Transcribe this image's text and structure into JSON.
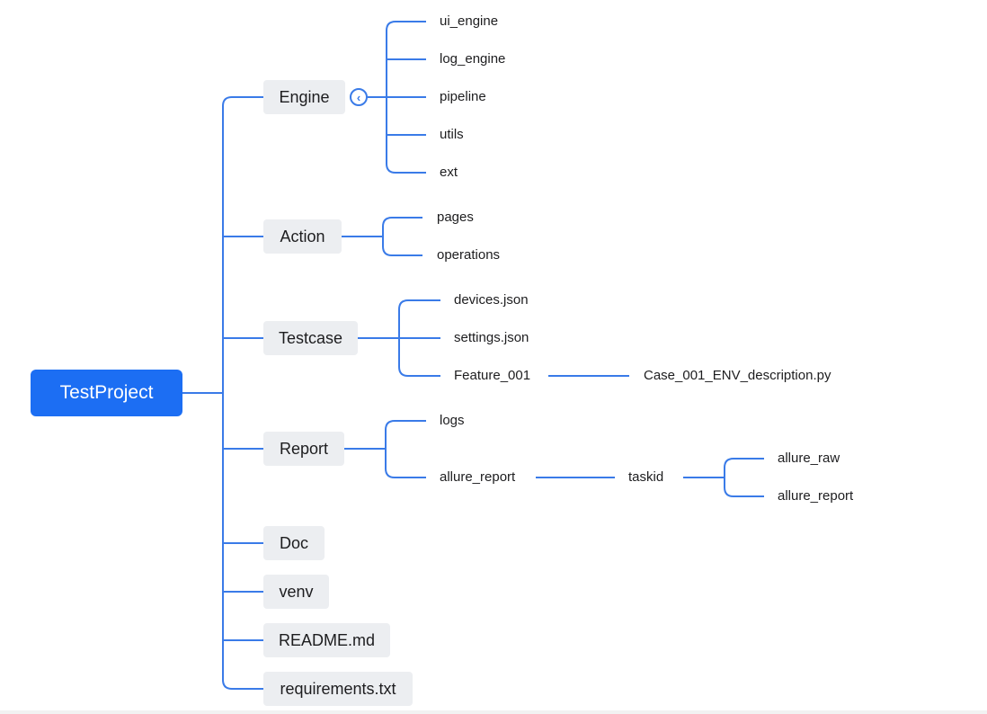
{
  "root": {
    "label": "TestProject"
  },
  "branches": {
    "engine": {
      "label": "Engine",
      "collapse_icon": "chevron-left-icon",
      "children": [
        "ui_engine",
        "log_engine",
        "pipeline",
        "utils",
        "ext"
      ]
    },
    "action": {
      "label": "Action",
      "children": [
        "pages",
        "operations"
      ]
    },
    "testcase": {
      "label": "Testcase",
      "children": [
        "devices.json",
        "settings.json",
        "Feature_001"
      ],
      "feature_child": "Case_001_ENV_description.py"
    },
    "report": {
      "label": "Report",
      "children": [
        "logs",
        "allure_report"
      ],
      "allure_child": "taskid",
      "taskid_children": [
        "allure_raw",
        "allure_report"
      ]
    },
    "doc": {
      "label": "Doc"
    },
    "venv": {
      "label": "venv"
    },
    "readme": {
      "label": "README.md"
    },
    "requirements": {
      "label": "requirements.txt"
    }
  },
  "colors": {
    "root_fill": "#1c6ef3",
    "connector": "#3a7be8",
    "node_fill": "#eceef1"
  }
}
